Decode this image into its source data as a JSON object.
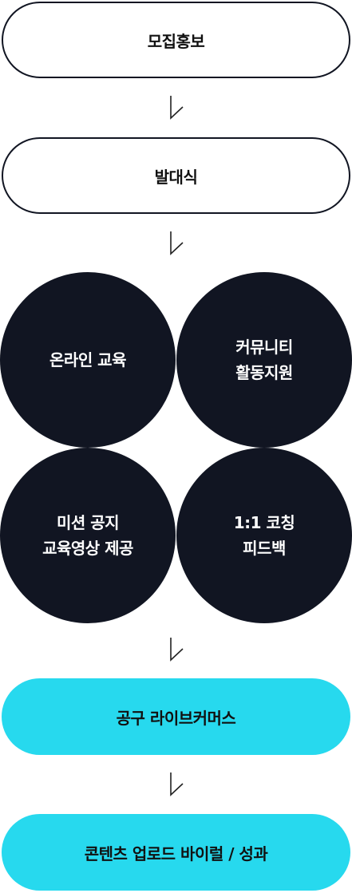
{
  "steps": {
    "recruit": "모집홍보",
    "launch": "발대식",
    "online_edu": "온라인 교육",
    "community_line1": "커뮤니티",
    "community_line2": "활동지원",
    "mission_line1": "미션 공지",
    "mission_line2": "교육영상 제공",
    "coaching_line1": "1:1 코칭",
    "coaching_line2": "피드백",
    "group_buy_live": "공구 라이브커머스",
    "content_upload": "콘텐츠 업로드 바이럴 / 성과"
  },
  "colors": {
    "dark": "#111522",
    "accent": "#27d9ee",
    "background": "#ffffff"
  }
}
